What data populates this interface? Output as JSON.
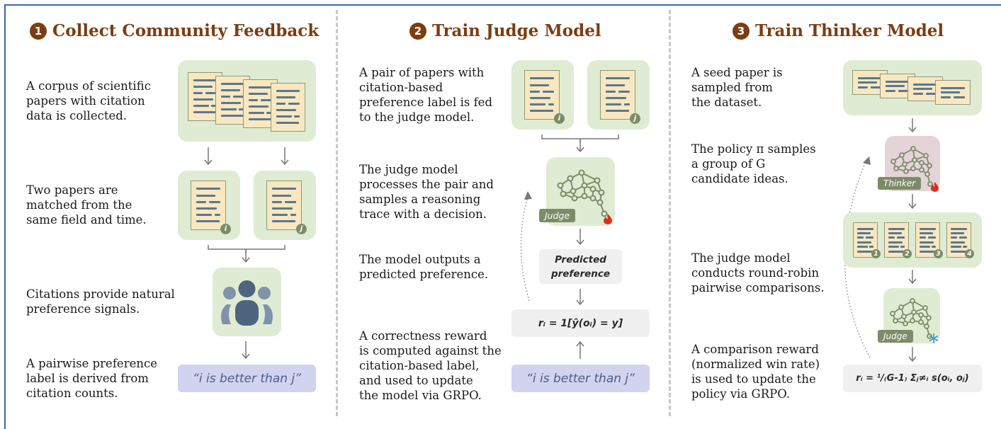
{
  "panels": [
    {
      "number": "1",
      "title": "Collect Community Feedback",
      "steps": [
        "A corpus of scientific\npapers with citation\ndata is collected.",
        "Two papers are\nmatched from the\nsame field and time.",
        "Citations provide natural\npreference signals.",
        "A pairwise preference\nlabel is derived from\ncitation counts."
      ],
      "paper_labels": [
        "i",
        "j"
      ],
      "preference_label": "“i is better than j”",
      "icons": [
        "paper-stack-icon",
        "paper-i-icon",
        "paper-j-icon",
        "community-icon"
      ]
    },
    {
      "number": "2",
      "title": "Train Judge Model",
      "steps": [
        "A pair of papers with\ncitation-based\npreference label is fed\nto the judge model.",
        "The judge model\nprocesses the pair and\nsamples a reasoning\ntrace with a decision.",
        "The model outputs a\npredicted preference.",
        "A correctness reward\nis computed against the\ncitation-based label,\nand used to update\nthe model via GRPO."
      ],
      "paper_labels": [
        "i",
        "j"
      ],
      "model_tag": "Judge",
      "model_state": "trainable (flame)",
      "predicted_line1": "Predicted",
      "predicted_line2": "preference",
      "reward_formula": "rᵢ = 1[ŷ(oᵢ) = y]",
      "preference_label": "“i is better than j”"
    },
    {
      "number": "3",
      "title": "Train Thinker Model",
      "steps": [
        "A seed paper is\nsampled from\nthe dataset.",
        "The policy π samples\na group of G\ncandidate ideas.",
        "The judge model\nconducts round-robin\npairwise comparisons.",
        "A comparison reward\n(normalized win rate)\nis used to update the\npolicy via GRPO."
      ],
      "policy_tag": "Thinker",
      "policy_state": "trainable (flame)",
      "candidate_labels": [
        "1",
        "2",
        "3",
        "4"
      ],
      "judge_tag": "Judge",
      "judge_state": "frozen (snowflake)",
      "reward_formula": "rᵢ = ¹/₍G-1₎ Σⱼ≠ᵢ s(oᵢ, oⱼ)"
    }
  ],
  "colors": {
    "title": "#7b3d12",
    "frame": "#3c66b5",
    "green_box": "#dfecd3",
    "pink_box": "#e4d4d8",
    "label_box": "#d2d3ef",
    "formula_box": "#f0f0f0",
    "tag": "#7d8c68",
    "flame": "#d9301c",
    "snowflake": "#3a9ad9"
  }
}
